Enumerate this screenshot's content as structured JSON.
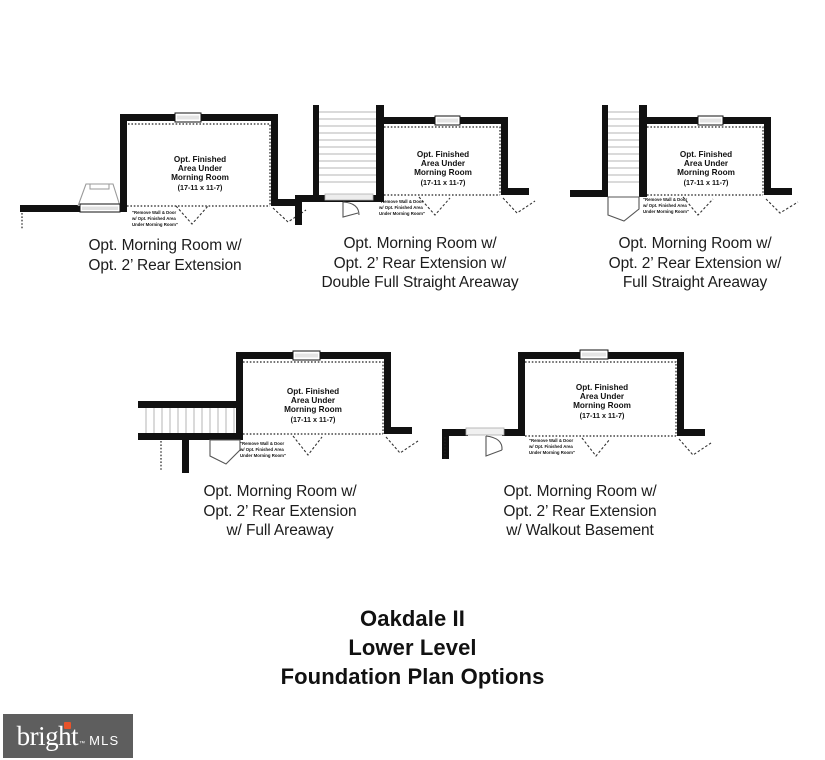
{
  "title_block": {
    "lines": "Oakdale II\nLower Level\nFoundation Plan Options",
    "plan_name": "Oakdale II",
    "level": "Lower Level",
    "sheet": "Foundation Plan Options"
  },
  "room_label": {
    "line1": "Opt. Finished",
    "line2": "Area Under",
    "line3": "Morning Room",
    "dimensions": "(17-11 x 11-7)",
    "full": "Opt. Finished Area Under Morning Room (17-11 x 11-7)"
  },
  "note": {
    "line1": "\"Remove Wall & Door",
    "line2": "w/ Opt. Finished Area",
    "line3": "Under Morning Room\"",
    "full": "\"Remove Wall & Door w/ Opt. Finished Area Under Morning Room\""
  },
  "plans": [
    {
      "id": "plan-1",
      "caption": "Opt. Morning Room w/\nOpt. 2’ Rear Extension",
      "caption_lines": [
        "Opt. Morning Room w/",
        "Opt. 2’ Rear Extension"
      ],
      "feature": "bay-window",
      "stair": "none"
    },
    {
      "id": "plan-2",
      "caption": "Opt. Morning Room w/\nOpt. 2’ Rear Extension w/\nDouble Full Straight Areaway",
      "caption_lines": [
        "Opt. Morning Room w/",
        "Opt. 2’ Rear Extension w/",
        "Double Full Straight Areaway"
      ],
      "feature": "double-full-straight-areaway",
      "stair": "wide-vertical"
    },
    {
      "id": "plan-3",
      "caption": "Opt. Morning Room w/\nOpt. 2’ Rear Extension w/\nFull Straight Areaway",
      "caption_lines": [
        "Opt. Morning Room w/",
        "Opt. 2’ Rear Extension w/",
        "Full Straight Areaway"
      ],
      "feature": "full-straight-areaway",
      "stair": "narrow-vertical"
    },
    {
      "id": "plan-4",
      "caption": "Opt. Morning Room w/\nOpt. 2’ Rear Extension\nw/ Full Areaway",
      "caption_lines": [
        "Opt. Morning Room w/",
        "Opt. 2’ Rear Extension",
        "w/ Full Areaway"
      ],
      "feature": "full-areaway",
      "stair": "horizontal"
    },
    {
      "id": "plan-5",
      "caption": "Opt. Morning Room w/\nOpt. 2’ Rear Extension\nw/ Walkout Basement",
      "caption_lines": [
        "Opt. Morning Room w/",
        "Opt. 2’ Rear Extension",
        "w/ Walkout Basement"
      ],
      "feature": "walkout-basement",
      "stair": "none"
    }
  ],
  "watermark": {
    "brand": "bright",
    "suffix": "MLS",
    "trademark": "™",
    "dot_color": "#e8532a",
    "background": "#5e5e5e"
  },
  "colors": {
    "wall": "#111111",
    "page": "#ffffff",
    "text": "#1c1c1c",
    "dashed": "#2a2a2a",
    "stair": "#aaaaaa"
  }
}
